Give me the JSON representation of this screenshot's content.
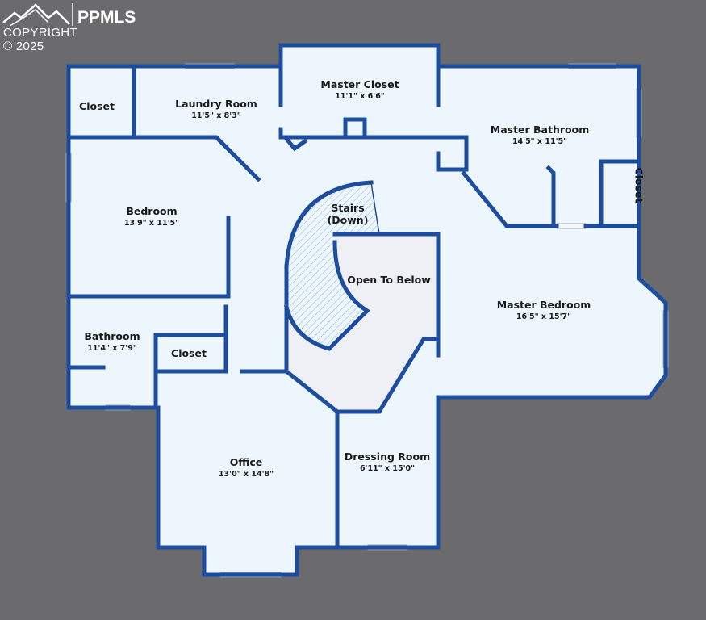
{
  "logo": {
    "brand": "PPMLS",
    "copyright": "COPYRIGHT © 2025"
  },
  "rooms": [
    {
      "id": "closet-nw",
      "name": "Closet",
      "dims": ""
    },
    {
      "id": "laundry",
      "name": "Laundry Room",
      "dims": "11'5\" x 8'3\""
    },
    {
      "id": "master-closet",
      "name": "Master Closet",
      "dims": "11'1\" x 6'6\""
    },
    {
      "id": "master-bathroom",
      "name": "Master Bathroom",
      "dims": "14'5\" x 11'5\""
    },
    {
      "id": "closet-bath",
      "name": "Closet",
      "dims": ""
    },
    {
      "id": "bedroom",
      "name": "Bedroom",
      "dims": "13'9\" x 11'5\""
    },
    {
      "id": "stairs",
      "name": "Stairs",
      "dims": "(Down)"
    },
    {
      "id": "open-to-below",
      "name": "Open To Below",
      "dims": ""
    },
    {
      "id": "master-bedroom",
      "name": "Master Bedroom",
      "dims": "16'5\" x 15'7\""
    },
    {
      "id": "bathroom",
      "name": "Bathroom",
      "dims": "11'4\" x 7'9\""
    },
    {
      "id": "closet-office",
      "name": "Closet",
      "dims": ""
    },
    {
      "id": "office",
      "name": "Office",
      "dims": "13'0\" x 14'8\""
    },
    {
      "id": "dressing-room",
      "name": "Dressing Room",
      "dims": "6'11\" x 15'0\""
    }
  ],
  "colors": {
    "wall": "#1d4d9f",
    "floor": "#eef6fd",
    "open": "#efeff6",
    "background": "#6b6b6d"
  }
}
